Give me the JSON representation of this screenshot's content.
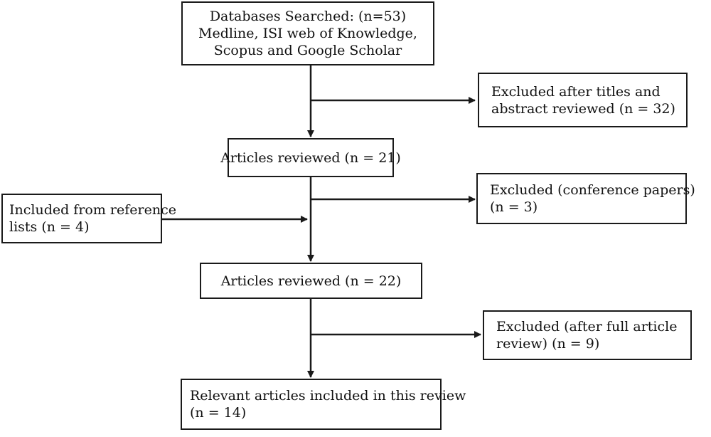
{
  "flowchart": {
    "databases": {
      "lines": [
        "Databases Searched: (n=53)",
        "Medline, ISI web of Knowledge,",
        "Scopus and Google Scholar"
      ]
    },
    "excluded_titles": {
      "lines": [
        "Excluded after titles and",
        "abstract reviewed (n = 32)"
      ]
    },
    "articles_reviewed_1": {
      "lines": [
        "Articles reviewed (n = 21)"
      ]
    },
    "excluded_conference": {
      "lines": [
        "Excluded (conference papers)",
        "(n = 3)"
      ]
    },
    "included_references": {
      "lines": [
        "Included from reference",
        "lists (n = 4)"
      ]
    },
    "articles_reviewed_2": {
      "lines": [
        "Articles reviewed (n = 22)"
      ]
    },
    "excluded_full": {
      "lines": [
        "Excluded (after full article",
        "review) (n = 9)"
      ]
    },
    "relevant": {
      "lines": [
        "Relevant articles included in this review",
        "(n = 14)"
      ]
    }
  }
}
